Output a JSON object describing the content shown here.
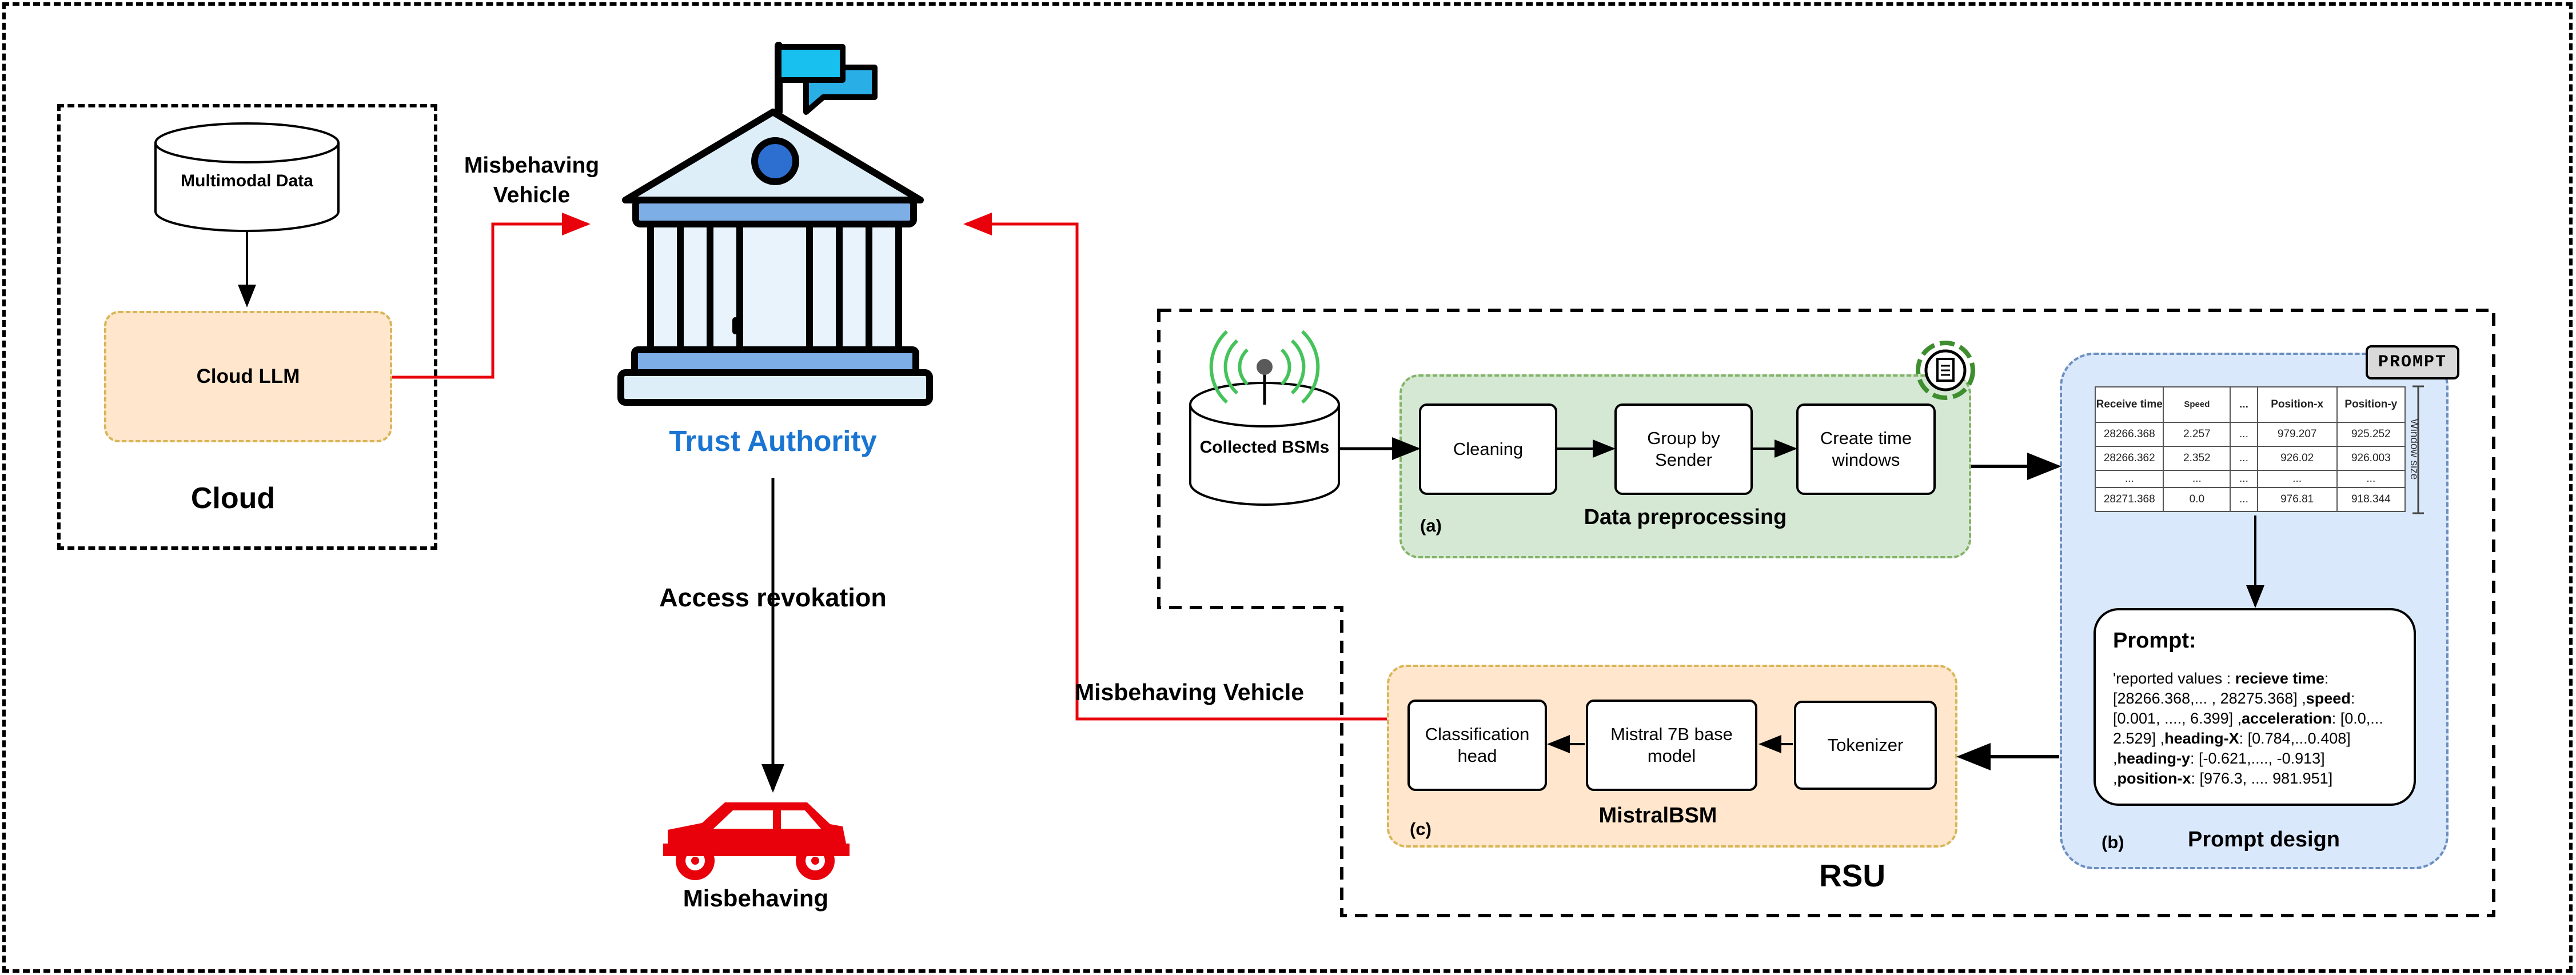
{
  "cloud": {
    "title": "Cloud",
    "data_store": "Multimodal Data",
    "llm": "Cloud LLM"
  },
  "labels": {
    "misbehaving_vehicle_cloud_line1": "Misbehaving",
    "misbehaving_vehicle_cloud_line2": "Vehicle",
    "trust_authority": "Trust Authority",
    "access_revokation": "Access revokation",
    "misbehaving_car": "Misbehaving",
    "misbehaving_vehicle_rsu": "Misbehaving Vehicle",
    "rsu": "RSU"
  },
  "preprocessing": {
    "bsm_store": "Collected BSMs",
    "tag": "(a)",
    "title": "Data preprocessing",
    "steps": {
      "cleaning": "Cleaning",
      "group_line1": "Group by",
      "group_line2": "Sender",
      "windows_line1": "Create time",
      "windows_line2": "windows"
    }
  },
  "prompt_design": {
    "tag": "(b)",
    "title": "Prompt design",
    "badge": "PROMPT",
    "window_size": "Window size",
    "table": {
      "headers": [
        "Receive time",
        "Speed",
        "...",
        "Position-x",
        "Position-y"
      ],
      "rows": [
        [
          "28266.368",
          "2.257",
          "...",
          "979.207",
          "925.252"
        ],
        [
          "28266.362",
          "2.352",
          "...",
          "926.02",
          "926.003"
        ],
        [
          "...",
          "...",
          "...",
          "...",
          "..."
        ],
        [
          "28271.368",
          "0.0",
          "...",
          "976.81",
          "918.344"
        ]
      ]
    },
    "prompt_heading": "Prompt:",
    "prompt_lines": [
      [
        {
          "t": "'reported values : ",
          "b": false
        },
        {
          "t": "recieve time",
          "b": true
        },
        {
          "t": ":",
          "b": false
        }
      ],
      [
        {
          "t": "[28266.368,... , 28275.368] ,",
          "b": false
        },
        {
          "t": "speed",
          "b": true
        },
        {
          "t": ":",
          "b": false
        }
      ],
      [
        {
          "t": "[0.001, ...., 6.399] ,",
          "b": false
        },
        {
          "t": "acceleration",
          "b": true
        },
        {
          "t": ": [0.0,...",
          "b": false
        }
      ],
      [
        {
          "t": "2.529] ,",
          "b": false
        },
        {
          "t": "heading-X",
          "b": true
        },
        {
          "t": ": [0.784,...0.408]",
          "b": false
        }
      ],
      [
        {
          "t": ",",
          "b": false
        },
        {
          "t": "heading-y",
          "b": true
        },
        {
          "t": ": [-0.621,...., -0.913]",
          "b": false
        }
      ],
      [
        {
          "t": ",",
          "b": false
        },
        {
          "t": "position-x",
          "b": true
        },
        {
          "t": ": [976.3, .... 981.951]",
          "b": false
        }
      ]
    ]
  },
  "mistral": {
    "tag": "(c)",
    "title": "MistralBSM",
    "steps": {
      "tokenizer": "Tokenizer",
      "base_line1": "Mistral 7B base",
      "base_line2": "model",
      "head_line1": "Classification",
      "head_line2": "head"
    }
  },
  "colors": {
    "red_flow": "#e8000b",
    "trust_blue": "#1a75d2",
    "preprocessing_fill": "#d5e8d4",
    "preprocessing_border": "#82b366",
    "mistral_fill": "#ffe6cc",
    "mistral_border": "#d6b656",
    "prompt_fill": "#dae8fc",
    "prompt_border": "#6c8ebf",
    "car_red": "#e8000b"
  }
}
